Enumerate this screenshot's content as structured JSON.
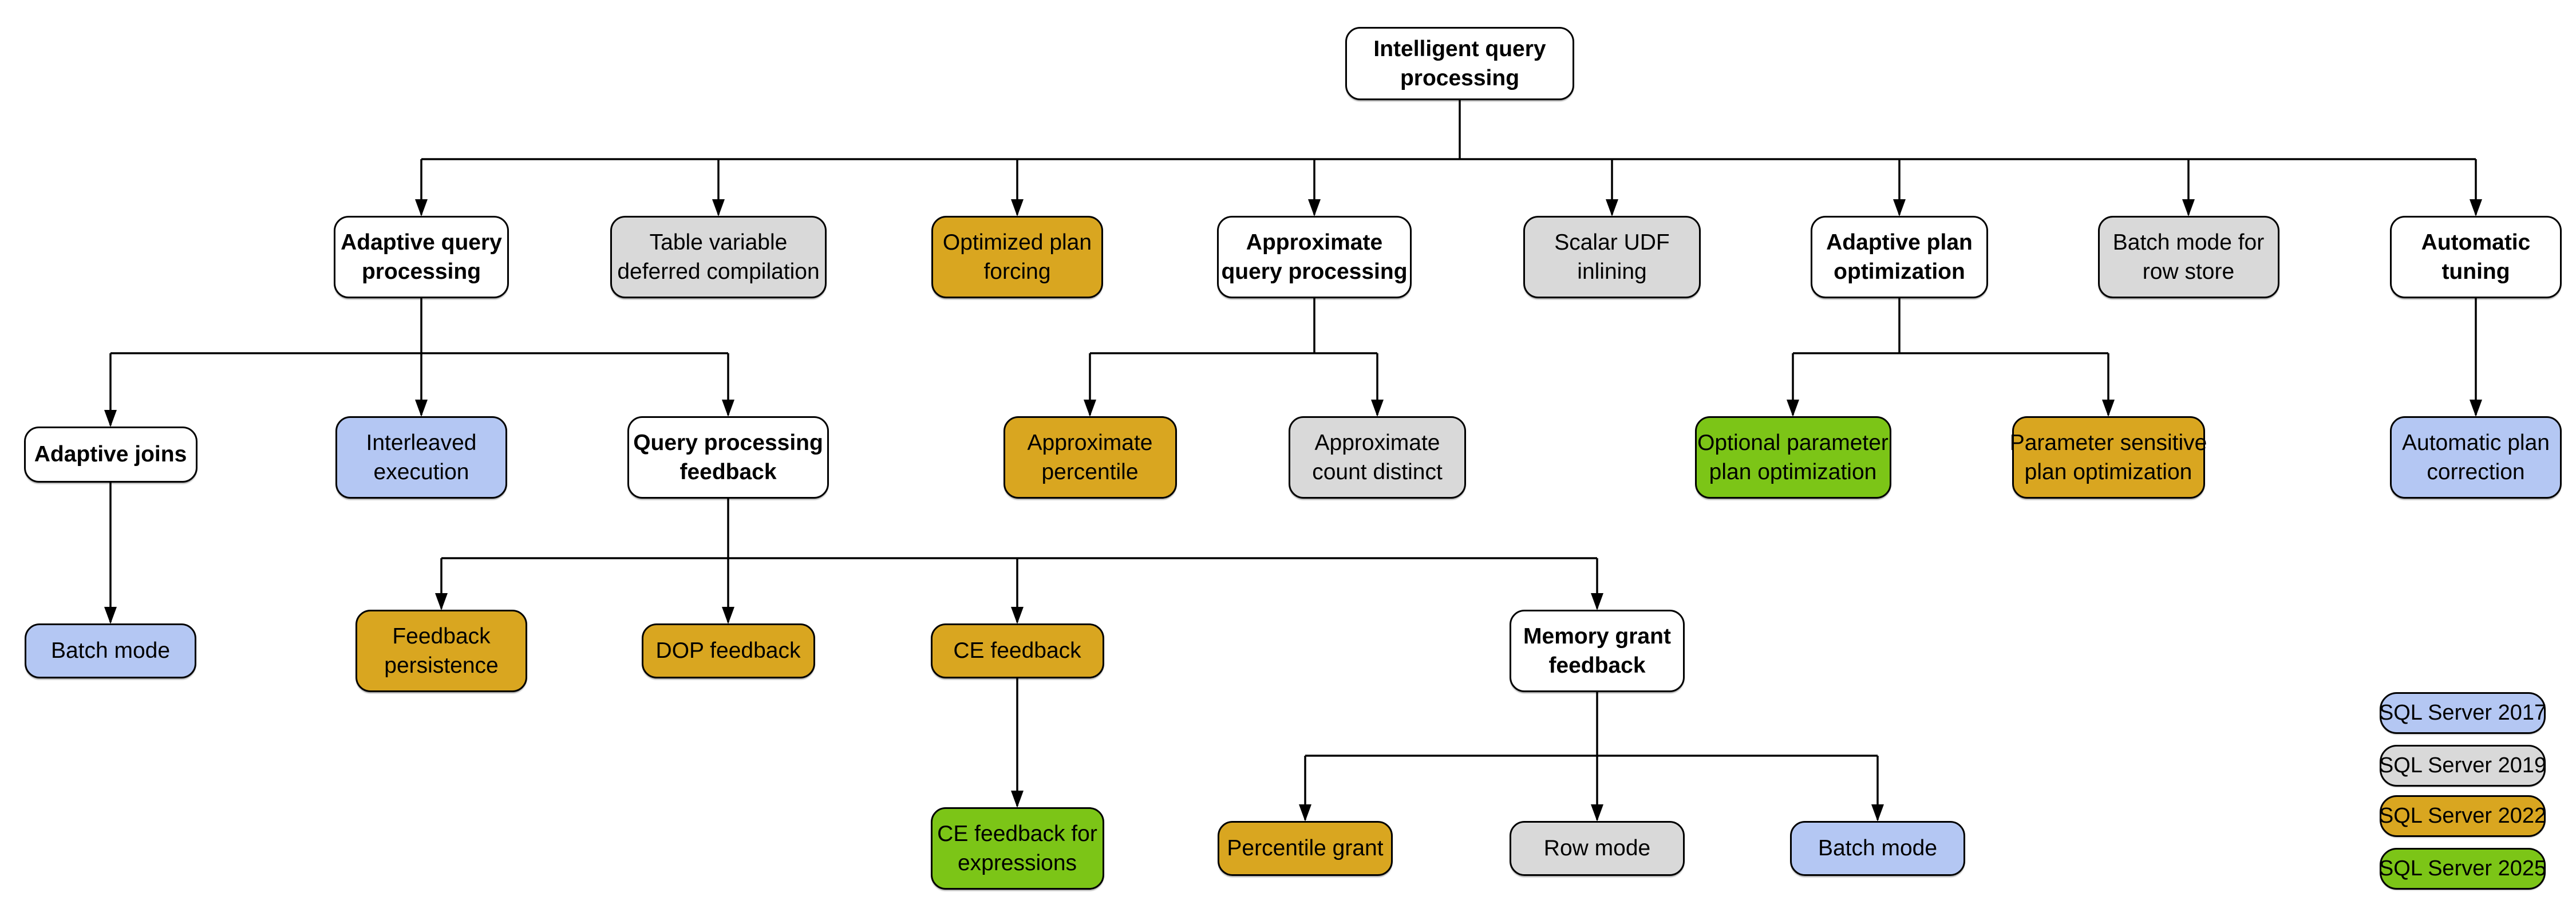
{
  "diagram": {
    "title": "Intelligent query processing feature family tree",
    "background_color": "#FFFFFF",
    "connector_color": "#000000"
  },
  "colors": {
    "base": "#FFFFFF",
    "sql2017": "#B4C7F3",
    "sql2019": "#D9D9D9",
    "sql2022": "#D9A620",
    "sql2025": "#7CC517"
  },
  "legend": {
    "items": [
      {
        "label": "SQL Server 2017",
        "category": "sql2017"
      },
      {
        "label": "SQL Server 2019",
        "category": "sql2019"
      },
      {
        "label": "SQL Server 2022",
        "category": "sql2022"
      },
      {
        "label": "SQL Server 2025",
        "category": "sql2025"
      }
    ]
  },
  "nodes": [
    {
      "id": "intelligent-query-processing",
      "label": "Intelligent query\nprocessing",
      "category": "base"
    },
    {
      "id": "adaptive-query-processing",
      "label": "Adaptive query\nprocessing",
      "category": "base"
    },
    {
      "id": "table-variable-deferred-compilation",
      "label": "Table variable\ndeferred compilation",
      "category": "sql2019"
    },
    {
      "id": "optimized-plan-forcing",
      "label": "Optimized plan\nforcing",
      "category": "sql2022"
    },
    {
      "id": "approximate-query-processing",
      "label": "Approximate\nquery processing",
      "category": "base"
    },
    {
      "id": "scalar-udf-inlining",
      "label": "Scalar UDF\ninlining",
      "category": "sql2019"
    },
    {
      "id": "adaptive-plan-optimization",
      "label": "Adaptive plan\noptimization",
      "category": "base"
    },
    {
      "id": "batch-mode-for-row-store",
      "label": "Batch mode for\nrow store",
      "category": "sql2019"
    },
    {
      "id": "automatic-tuning",
      "label": "Automatic\ntuning",
      "category": "base"
    },
    {
      "id": "adaptive-joins",
      "label": "Adaptive joins",
      "category": "base"
    },
    {
      "id": "interleaved-execution",
      "label": "Interleaved\nexecution",
      "category": "sql2017"
    },
    {
      "id": "query-processing-feedback",
      "label": "Query processing\nfeedback",
      "category": "base"
    },
    {
      "id": "approximate-percentile",
      "label": "Approximate\npercentile",
      "category": "sql2022"
    },
    {
      "id": "approximate-count-distinct",
      "label": "Approximate\ncount distinct",
      "category": "sql2019"
    },
    {
      "id": "optional-parameter-plan-optimization",
      "label": "Optional parameter\nplan optimization",
      "category": "sql2025"
    },
    {
      "id": "parameter-sensitive-plan-optimization",
      "label": "Parameter sensitive\nplan optimization",
      "category": "sql2022"
    },
    {
      "id": "automatic-plan-correction",
      "label": "Automatic plan\ncorrection",
      "category": "sql2017"
    },
    {
      "id": "batch-mode-adaptive-joins",
      "label": "Batch mode",
      "category": "sql2017"
    },
    {
      "id": "feedback-persistence",
      "label": "Feedback\npersistence",
      "category": "sql2022"
    },
    {
      "id": "dop-feedback",
      "label": "DOP feedback",
      "category": "sql2022"
    },
    {
      "id": "ce-feedback",
      "label": "CE feedback",
      "category": "sql2022"
    },
    {
      "id": "memory-grant-feedback",
      "label": "Memory grant\nfeedback",
      "category": "base"
    },
    {
      "id": "ce-feedback-for-expressions",
      "label": "CE feedback for\nexpressions",
      "category": "sql2025"
    },
    {
      "id": "percentile-grant",
      "label": "Percentile grant",
      "category": "sql2022"
    },
    {
      "id": "row-mode",
      "label": "Row mode",
      "category": "sql2019"
    },
    {
      "id": "batch-mode-memory-grant",
      "label": "Batch mode",
      "category": "sql2017"
    }
  ],
  "edges": [
    {
      "from": "intelligent-query-processing",
      "to": [
        "adaptive-query-processing",
        "table-variable-deferred-compilation",
        "optimized-plan-forcing",
        "approximate-query-processing",
        "scalar-udf-inlining",
        "adaptive-plan-optimization",
        "batch-mode-for-row-store",
        "automatic-tuning"
      ]
    },
    {
      "from": "adaptive-query-processing",
      "to": [
        "adaptive-joins",
        "interleaved-execution",
        "query-processing-feedback"
      ]
    },
    {
      "from": "approximate-query-processing",
      "to": [
        "approximate-percentile",
        "approximate-count-distinct"
      ]
    },
    {
      "from": "adaptive-plan-optimization",
      "to": [
        "optional-parameter-plan-optimization",
        "parameter-sensitive-plan-optimization"
      ]
    },
    {
      "from": "automatic-tuning",
      "to": [
        "automatic-plan-correction"
      ]
    },
    {
      "from": "adaptive-joins",
      "to": [
        "batch-mode-adaptive-joins"
      ]
    },
    {
      "from": "query-processing-feedback",
      "to": [
        "feedback-persistence",
        "dop-feedback",
        "ce-feedback",
        "memory-grant-feedback"
      ]
    },
    {
      "from": "ce-feedback",
      "to": [
        "ce-feedback-for-expressions"
      ]
    },
    {
      "from": "memory-grant-feedback",
      "to": [
        "percentile-grant",
        "row-mode",
        "batch-mode-memory-grant"
      ]
    }
  ]
}
